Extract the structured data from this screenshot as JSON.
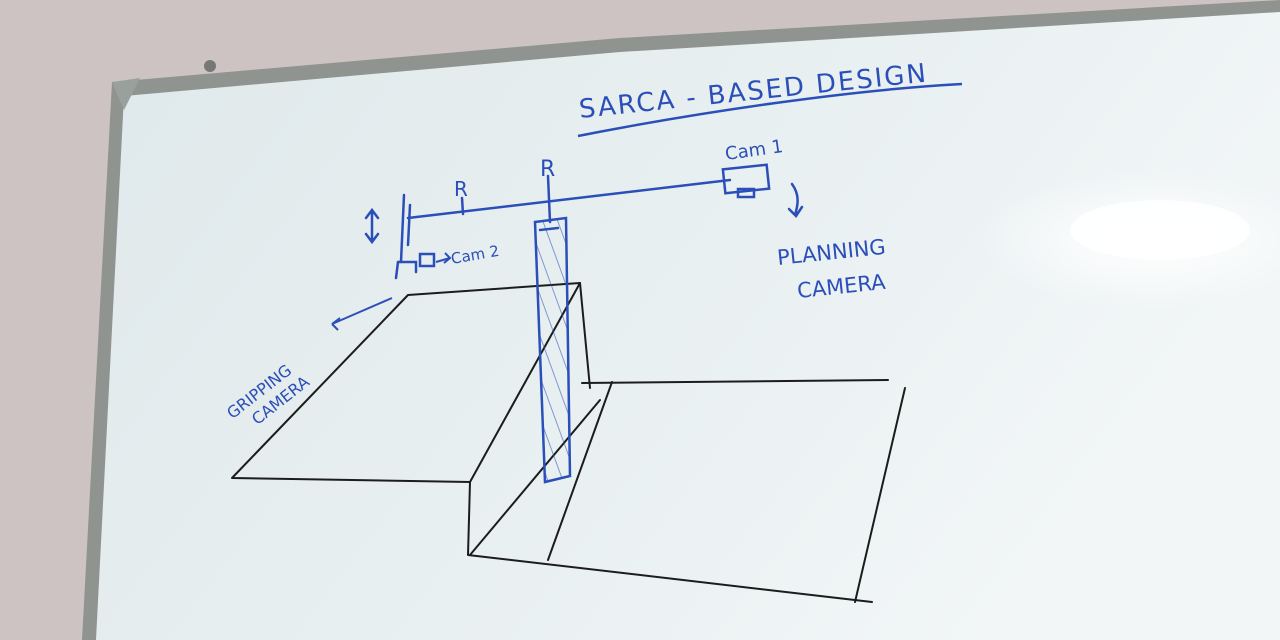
{
  "title": "SARCA - BASED DESIGN",
  "labels": {
    "cam1": "Cam 1",
    "cam2": "Cam 2",
    "planning_line1": "PLANNING",
    "planning_line2": "CAMERA",
    "gripping_line1": "GRIPPING",
    "gripping_line2": "CAMERA"
  },
  "joint_marks": [
    "R",
    "R"
  ],
  "colors": {
    "wall": "#cdc3c3",
    "board": "#e6eef0",
    "frame": "#8f9490",
    "blue_ink": "#2b4fb8",
    "black_ink": "#1c1c1c"
  }
}
